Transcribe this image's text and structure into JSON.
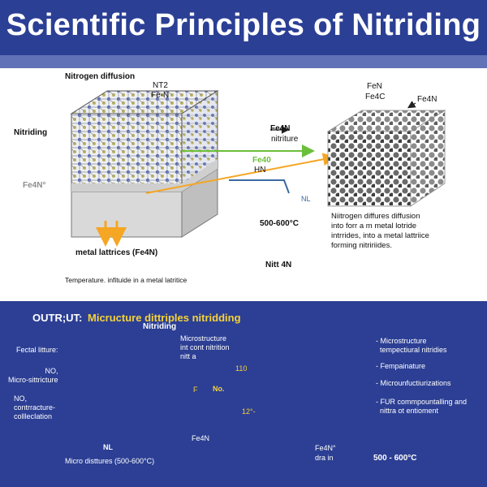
{
  "header": {
    "title": "Scientific Principles of Nitriding"
  },
  "top": {
    "nitrogen_diffusion": "Nitrogen diffusion",
    "nitriding": "Nitriding",
    "fe4n_deg": "Fe4N°",
    "nt2": "NT2",
    "fe_n": "Fe-N",
    "fen": "FeN",
    "fe4c": "Fe4C",
    "fe4n_right": "Fe4N",
    "fe4n_arrow": "Fe4N",
    "nitriture": "nitriture",
    "fe40": "Fe40",
    "hn": "HN",
    "nl": "NL",
    "temp_range": "500-600°C",
    "nitt": "Nitt 4N",
    "description": "Niitrogen diffures diffusion\ninto forr a m metal lotride\nintrrides, into a metal lattriice\nforming nitririides.",
    "metal_lattrices": "metal lattrices (Fe4N)",
    "temperature_caption": "Temperature. infituide in a metal latritice"
  },
  "bottom": {
    "output_label": "OUTR;UT:",
    "subtitle": "Micructure dittriples nitridding",
    "nitriding": "Nitriding",
    "fectal": "Fectal litture:",
    "no_micro": "NO,\nMicro-sittricture",
    "no_contract": "NO,\ncontrracture-\ncolllecIation",
    "nl": "NL",
    "micro_disttures": "Micro disttures (500-600°C)",
    "microstructure": "Microstructure\nint cont nitrition\nnitt a",
    "n110": "110",
    "f": "F",
    "no": "No.",
    "n12": "12°-",
    "fe4n": "Fe4N",
    "fe4n_dra": "Fe4N°\ndra in",
    "temp_range": "500 - 600°C",
    "list": [
      "- Microstructure\n  tempectiural nitridies",
      "- Fempainature",
      "- Microunfuctiurizations",
      "- FUR commpountalling and\n  nittra ot entioment"
    ]
  },
  "colors": {
    "header_blue": "#2b3f95",
    "stripe": "#6272b6",
    "panel_blue": "#2c3f94",
    "accent_yellow": "#f5d33a",
    "arrow_orange": "#f5a623",
    "arrow_green": "#6bbf3a"
  }
}
